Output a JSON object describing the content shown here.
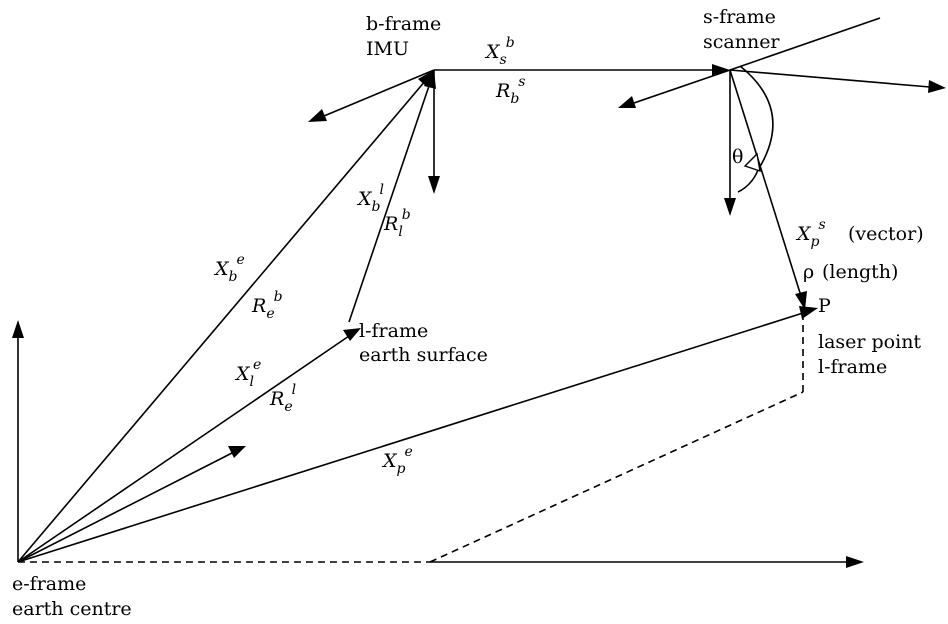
{
  "frames": {
    "e_frame": {
      "line1": "e-frame",
      "line2": "earth centre"
    },
    "b_frame": {
      "line1": "b-frame",
      "line2": "IMU"
    },
    "s_frame": {
      "line1": "s-frame",
      "line2": "scanner"
    },
    "l_frame": {
      "line1": "l-frame",
      "line2": "earth surface"
    }
  },
  "point": {
    "name": "P",
    "line1": "laser point",
    "line2": "l-frame"
  },
  "vectors": {
    "X_b_e": {
      "base": "X",
      "sub": "b",
      "sup": "e"
    },
    "R_e_b": {
      "base": "R",
      "sub": "e",
      "sup": "b"
    },
    "X_l_e": {
      "base": "X",
      "sub": "l",
      "sup": "e"
    },
    "R_e_l": {
      "base": "R",
      "sub": "e",
      "sup": "l"
    },
    "X_p_e": {
      "base": "X",
      "sub": "p",
      "sup": "e"
    },
    "X_b_l": {
      "base": "X",
      "sub": "b",
      "sup": "l"
    },
    "R_l_b": {
      "base": "R",
      "sub": "l",
      "sup": "b"
    },
    "X_s_b": {
      "base": "X",
      "sub": "s",
      "sup": "b"
    },
    "R_b_s": {
      "base": "R",
      "sub": "b",
      "sup": "s"
    },
    "X_p_s": {
      "base": "X",
      "sub": "p",
      "sup": "s",
      "note": "(vector)"
    }
  },
  "rho": {
    "symbol": "ρ",
    "note": "(length)"
  },
  "theta": "θ"
}
